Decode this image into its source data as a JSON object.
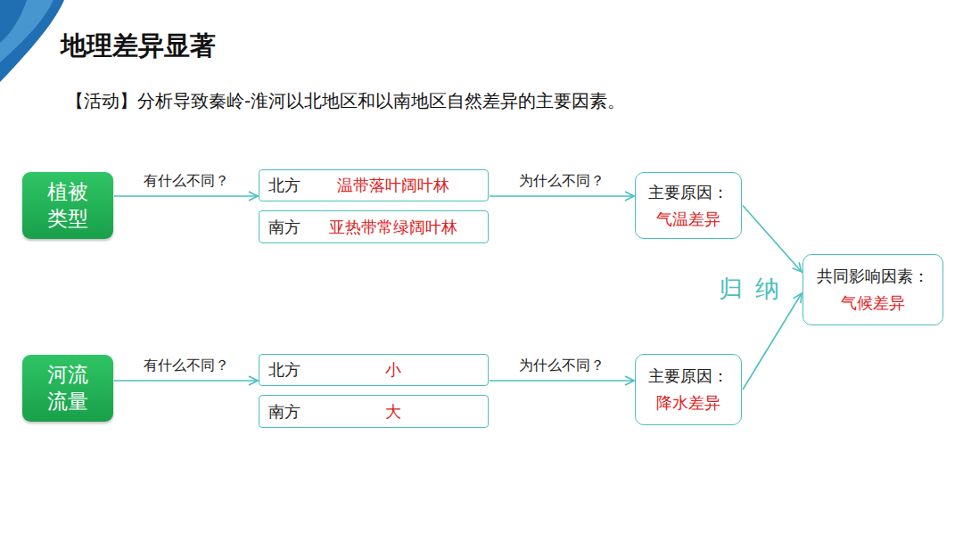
{
  "diagram": {
    "title": "地理差异显著",
    "nodes": [
      {
        "text": [
          "植被类型"
        ]
      },
      {
        "text": [
          "北方",
          "温带落叶阔叶林"
        ]
      },
      {
        "text": [
          "南方",
          "亚热带常绿阔叶林"
        ]
      },
      {
        "text": [
          "主要原因：",
          "气温差异"
        ]
      },
      {
        "text": [
          "共同影响因素：",
          "气候差异"
        ]
      },
      {
        "text": [
          "河流流量"
        ]
      },
      {
        "text": [
          "北方",
          "小"
        ]
      },
      {
        "text": [
          "南方",
          "大"
        ]
      },
      {
        "text": [
          "主要原因：",
          "降水差异"
        ]
      }
    ],
    "edges": [
      {
        "from": 0,
        "to": 1,
        "label": "有什么不同？",
        "arrow": "to"
      },
      {
        "from": 1,
        "to": 3,
        "label": "为什么不同？",
        "arrow": "to"
      },
      {
        "from": 5,
        "to": 6,
        "label": "有什么不同？",
        "arrow": "to"
      },
      {
        "from": 6,
        "to": 8,
        "label": "为什么不同？",
        "arrow": "to"
      },
      {
        "from": 3,
        "to": 4,
        "arrow": "to"
      },
      {
        "from": 8,
        "to": 4,
        "arrow": "to"
      }
    ],
    "labels": [
      "【活动】分析导致秦岭-淮河以北地区和以南地区自然差异的主要因素。",
      "归纳"
    ]
  }
}
